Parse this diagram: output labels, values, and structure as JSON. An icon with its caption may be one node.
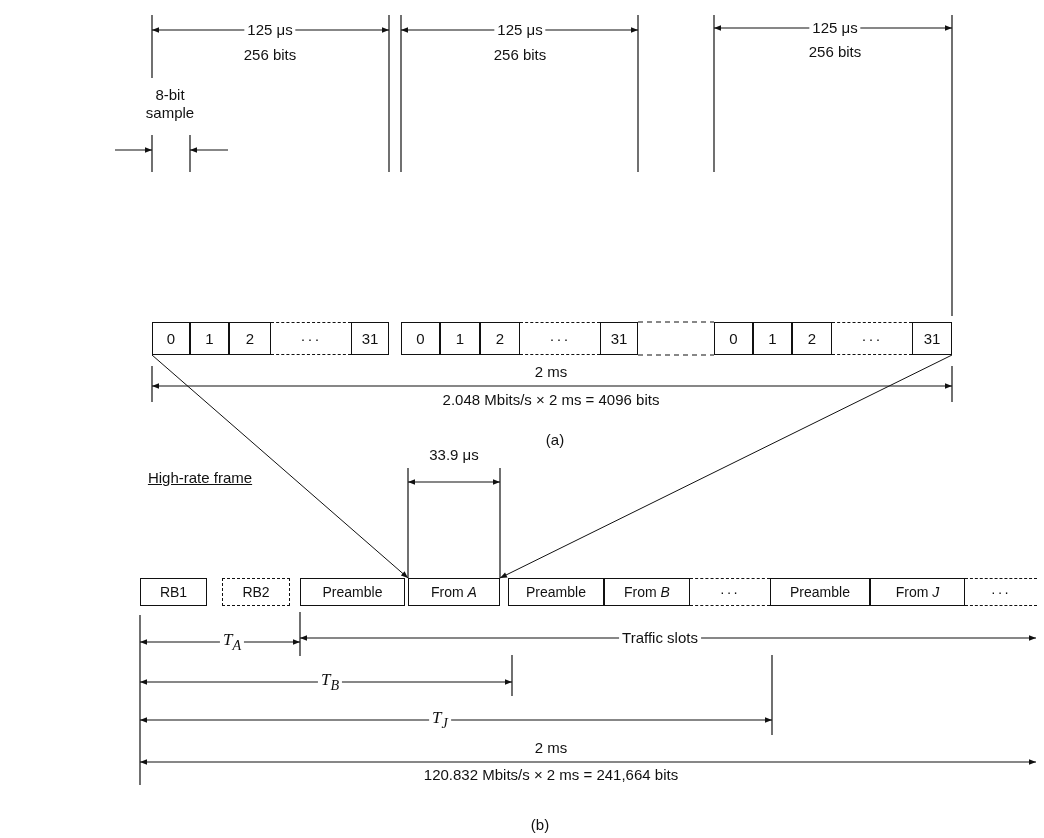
{
  "diagram": {
    "nodes": [
      {
        "text": [
          "0"
        ]
      },
      {
        "text": [
          "1"
        ]
      },
      {
        "text": [
          "2"
        ]
      },
      {
        "text": [
          "···"
        ]
      },
      {
        "text": [
          "31"
        ]
      },
      {
        "text": [
          "0"
        ]
      },
      {
        "text": [
          "1"
        ]
      },
      {
        "text": [
          "2"
        ]
      },
      {
        "text": [
          "···"
        ]
      },
      {
        "text": [
          "31"
        ]
      },
      {
        "text": [
          "0"
        ]
      },
      {
        "text": [
          "1"
        ]
      },
      {
        "text": [
          "2"
        ]
      },
      {
        "text": [
          "···"
        ]
      },
      {
        "text": [
          "31"
        ]
      },
      {
        "text": [
          "RB1"
        ]
      },
      {
        "text": [
          "RB2"
        ]
      },
      {
        "text": [
          "Preamble"
        ]
      },
      {
        "text": [
          "From *A*"
        ]
      },
      {
        "text": [
          "Preamble"
        ]
      },
      {
        "text": [
          "From *B*"
        ]
      },
      {
        "text": [
          "···"
        ]
      },
      {
        "text": [
          "Preamble"
        ]
      },
      {
        "text": [
          "From *J*"
        ]
      },
      {
        "text": [
          "···"
        ]
      }
    ],
    "edges": [
      {
        "from": 0,
        "to": 18,
        "arrow": "to"
      },
      {
        "from": 14,
        "to": 18,
        "arrow": "to"
      }
    ],
    "labels": [
      "125 μs",
      "256 bits",
      "125 μs",
      "256 bits",
      "125 μs",
      "256 bits",
      "8-bit sample",
      "2 ms",
      "2.048 Mbits/s × 2 ms = 4096 bits",
      "(a)",
      "33.9 μs",
      "High-rate frame",
      "T$_{A}$",
      "Traffic slots",
      "T$_{B}$",
      "T$_{J}$",
      "2 ms",
      "120.832 Mbits/s × 2 ms = 241,664 bits",
      "(b)"
    ]
  }
}
